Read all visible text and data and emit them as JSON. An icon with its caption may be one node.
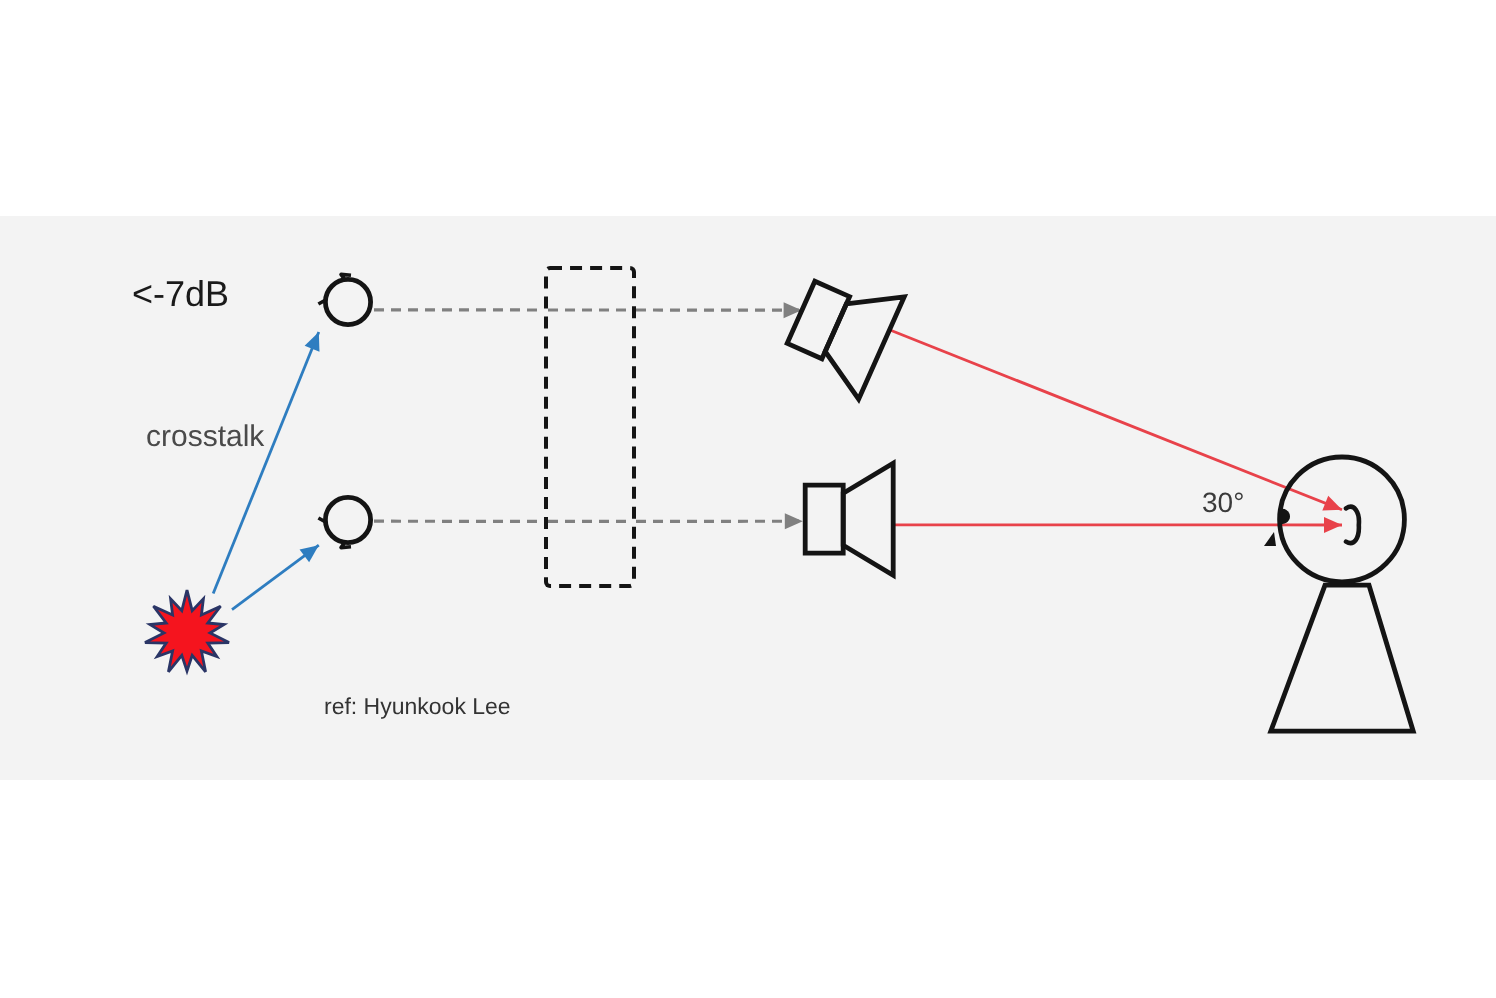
{
  "diagram": {
    "nodes": [
      {
        "text": [],
        "shape": "star"
      },
      {
        "text": [],
        "shape": "microphone",
        "beside": [
          "<-7dB"
        ]
      },
      {
        "text": [],
        "shape": "microphone"
      },
      {
        "text": [],
        "shape": "box"
      },
      {
        "text": [],
        "shape": "speaker"
      },
      {
        "text": [],
        "shape": "speaker"
      },
      {
        "text": [],
        "shape": "person"
      },
      {
        "text": [],
        "shape": "ear"
      }
    ],
    "edges": [
      {
        "from": 0,
        "to": 1,
        "arrow": "to",
        "label": "crosstalk",
        "color": "#2e7dc0"
      },
      {
        "from": 0,
        "to": 2,
        "arrow": "to",
        "color": "#2e7dc0"
      },
      {
        "from": 1,
        "to": 3,
        "arrow": "none",
        "style": "dashed"
      },
      {
        "from": 3,
        "to": 4,
        "arrow": "to",
        "style": "dashed"
      },
      {
        "from": 2,
        "to": 3,
        "arrow": "none",
        "style": "dashed"
      },
      {
        "from": 3,
        "to": 5,
        "arrow": "to",
        "style": "dashed"
      },
      {
        "from": 4,
        "to": 7,
        "arrow": "to",
        "color": "#e8424a"
      },
      {
        "from": 5,
        "to": 7,
        "arrow": "to",
        "color": "#e8424a"
      }
    ],
    "labels": [
      "30°",
      "ref: Hyunkook Lee"
    ]
  }
}
